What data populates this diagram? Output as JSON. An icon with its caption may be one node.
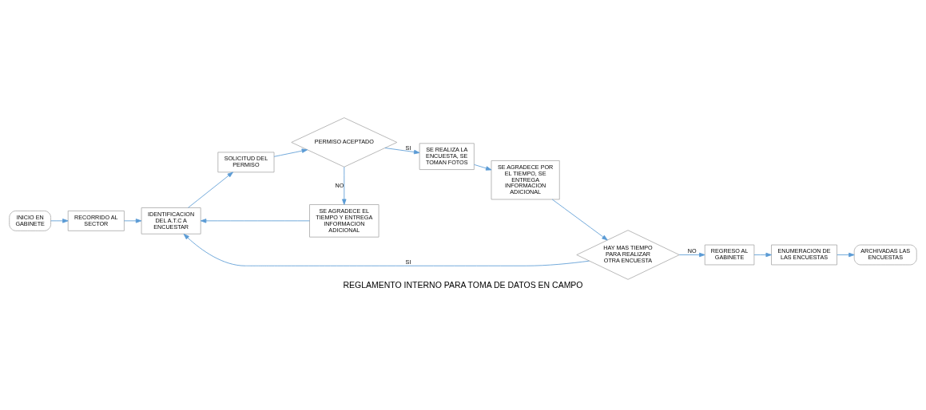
{
  "diagram": {
    "caption": "REGLAMENTO INTERNO PARA TOMA DE DATOS EN CAMPO",
    "nodes": [
      {
        "text": [
          "INICIO EN GABINETE"
        ]
      },
      {
        "text": [
          "RECORRIDO AL SECTOR"
        ]
      },
      {
        "text": [
          "IDENTIFICACION DEL A.T.C A ENCUESTAR"
        ]
      },
      {
        "text": [
          "SOLICITUD DEL PERMISO"
        ]
      },
      {
        "text": [
          "PERMISO ACEPTADO"
        ]
      },
      {
        "text": [
          "SE REALIZA LA ENCUESTA, SE TOMAN FOTOS"
        ]
      },
      {
        "text": [
          "SE AGRADECE POR EL TIEMPO, SE ENTREGA INFORMACION ADICIONAL"
        ]
      },
      {
        "text": [
          "SE AGRADECE EL TIEMPO Y ENTREGA INFORMACION ADICIONAL"
        ]
      },
      {
        "text": [
          "HAY MAS TIEMPO PARA REALIZAR OTRA ENCUESTA"
        ]
      },
      {
        "text": [
          "REGRESO AL GABINETE"
        ]
      },
      {
        "text": [
          "ENUMERACION DE LAS ENCUESTAS"
        ]
      },
      {
        "text": [
          "ARCHIVADAS LAS ENCUESTAS"
        ]
      }
    ],
    "edges": [
      {
        "from": 0,
        "to": 1,
        "arrow": "to"
      },
      {
        "from": 1,
        "to": 2,
        "arrow": "to"
      },
      {
        "from": 2,
        "to": 3,
        "arrow": "to"
      },
      {
        "from": 3,
        "to": 4,
        "arrow": "to"
      },
      {
        "from": 4,
        "to": 5,
        "arrow": "to",
        "label": "SI"
      },
      {
        "from": 5,
        "to": 6,
        "arrow": "to"
      },
      {
        "from": 4,
        "to": 7,
        "arrow": "to",
        "label": "NO"
      },
      {
        "from": 7,
        "to": 2,
        "arrow": "to"
      },
      {
        "from": 6,
        "to": 8,
        "arrow": "to"
      },
      {
        "from": 8,
        "to": 2,
        "arrow": "to",
        "label": "SI"
      },
      {
        "from": 8,
        "to": 9,
        "arrow": "to",
        "label": "NO"
      },
      {
        "from": 9,
        "to": 10,
        "arrow": "to"
      },
      {
        "from": 10,
        "to": 11,
        "arrow": "to"
      }
    ]
  }
}
